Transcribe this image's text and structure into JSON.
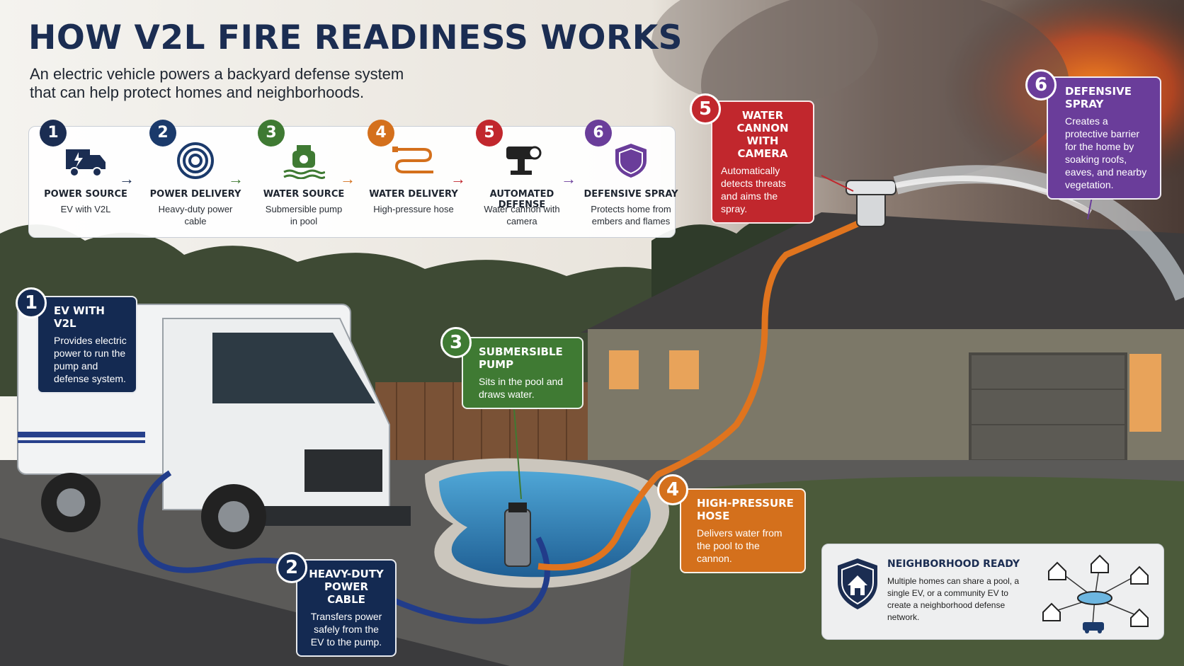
{
  "title": "HOW V2L FIRE READINESS WORKS",
  "subtitle": "An electric vehicle powers a backyard defense system that can help protect homes and neighborhoods.",
  "steps": [
    {
      "num": "1",
      "label": "POWER SOURCE",
      "desc": "EV with V2L",
      "color": "#1b2d52",
      "icon": "truck-icon"
    },
    {
      "num": "2",
      "label": "POWER DELIVERY",
      "desc": "Heavy-duty power cable",
      "color": "#1b3a6b",
      "icon": "cable-coil-icon"
    },
    {
      "num": "3",
      "label": "WATER SOURCE",
      "desc": "Submersible pump in pool",
      "color": "#3f7a33",
      "icon": "pump-icon"
    },
    {
      "num": "4",
      "label": "WATER DELIVERY",
      "desc": "High-pressure hose",
      "color": "#d4701c",
      "icon": "hose-icon"
    },
    {
      "num": "5",
      "label": "AUTOMATED DEFENSE",
      "desc": "Water cannon with camera",
      "color": "#c1272d",
      "icon": "camera-icon"
    },
    {
      "num": "6",
      "label": "DEFENSIVE SPRAY",
      "desc": "Protects home from embers and flames",
      "color": "#6a3d9a",
      "icon": "shield-icon"
    }
  ],
  "callouts": {
    "ev": {
      "num": "1",
      "title": "EV WITH V2L",
      "desc": "Provides electric power to run the pump and defense system.",
      "color": "#142a52"
    },
    "cable": {
      "num": "2",
      "title": "HEAVY-DUTY POWER CABLE",
      "desc": "Transfers power safely from the EV to the pump.",
      "color": "#142a52"
    },
    "pump": {
      "num": "3",
      "title": "SUBMERSIBLE PUMP",
      "desc": "Sits in the pool and draws water.",
      "color": "#3f7a33"
    },
    "hose": {
      "num": "4",
      "title": "HIGH-PRESSURE HOSE",
      "desc": "Delivers water from the pool to the cannon.",
      "color": "#d4701c"
    },
    "cannon": {
      "num": "5",
      "title": "WATER CANNON WITH CAMERA",
      "desc": "Automatically detects threats and aims the spray.",
      "color": "#c1272d"
    },
    "spray": {
      "num": "6",
      "title": "DEFENSIVE SPRAY",
      "desc": "Creates a protective barrier for the home by soaking roofs, eaves, and nearby vegetation.",
      "color": "#6a3d9a"
    }
  },
  "neighborhood": {
    "title": "NEIGHBORHOOD READY",
    "desc": "Multiple homes can share a pool, a single EV, or a community EV to create a neighborhood defense network."
  }
}
